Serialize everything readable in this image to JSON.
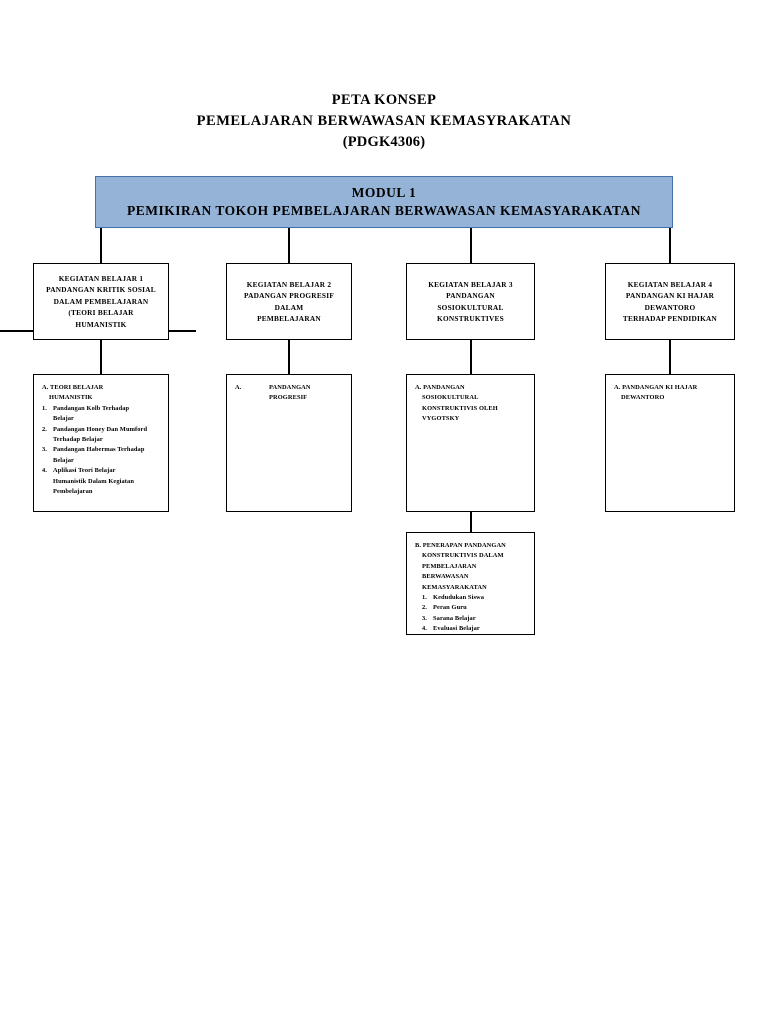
{
  "document": {
    "title_lines": [
      "PETA KONSEP",
      "PEMELAJARAN BERWAWASAN  KEMASYRAKATAN",
      "(PDGK4306)"
    ]
  },
  "module": {
    "number_label": "MODUL 1",
    "subtitle": "PEMIKIRAN TOKOH PEMBELAJARAN BERWAWASAN KEMASYARAKATAN",
    "fill_color": "#95b3d7",
    "border_color": "#4472a8"
  },
  "kegiatan_belajar": [
    {
      "id": "kb-1",
      "lines": [
        "KEGIATAN BELAJAR 1",
        "PANDANGAN KRITIK SOSIAL",
        "DALAM PEMBELAJARAN",
        "(TEORI BELAJAR",
        "HUMANISTIK"
      ]
    },
    {
      "id": "kb-2",
      "lines": [
        "KEGIATAN BELAJAR 2",
        "PADANGAN PROGRESIF",
        "DALAM",
        "PEMBELAJARAN"
      ]
    },
    {
      "id": "kb-3",
      "lines": [
        "KEGIATAN BELAJAR 3",
        "PANDANGAN",
        "SOSIOKULTURAL",
        "KONSTRUKTIVES"
      ]
    },
    {
      "id": "kb-4",
      "lines": [
        "KEGIATAN BELAJAR 4",
        "PANDANGAN KI HAJAR",
        "DEWANTORO",
        "TERHADAP PENDIDIKAN"
      ]
    }
  ],
  "content_boxes": {
    "c1": {
      "heading_lines": [
        "A. TEORI BELAJAR",
        "HUMANISTIK"
      ],
      "items": [
        {
          "num": "1.",
          "lines": [
            "Pandangan Kolb Terhadap",
            "Belajar"
          ]
        },
        {
          "num": "2.",
          "lines": [
            "Pandangan Honey Dan Mumford",
            "Terhadap Belajar"
          ]
        },
        {
          "num": "3.",
          "lines": [
            "Pandangan Habermas  Terhadap",
            "Belajar"
          ]
        },
        {
          "num": "4.",
          "lines": [
            "Aplikasi Teori Belajar",
            "Humanistik Dalam Kegiatan",
            "Pembelajaran"
          ]
        }
      ]
    },
    "c2": {
      "letter": "A.",
      "lines": [
        "PANDANGAN",
        "PROGRESIF"
      ]
    },
    "c3": {
      "heading_lines": [
        "A. PANDANGAN",
        "SOSIOKULTURAL",
        "KONSTRUKTIVIS OLEH",
        "VYGOTSKY"
      ]
    },
    "c4": {
      "heading_lines": [
        "A. PANDANGAN KI HAJAR",
        "DEWANTORO"
      ]
    },
    "b": {
      "heading_lines": [
        "B. PENERAPAN PANDANGAN",
        "KONSTRUKTIVIS DALAM",
        "PEMBELAJARAN",
        "BERWAWASAN",
        "KEMASYARAKATAN"
      ],
      "items": [
        {
          "num": "1.",
          "lines": [
            "Kedudukan Siswa"
          ]
        },
        {
          "num": "2.",
          "lines": [
            "Peran Guru"
          ]
        },
        {
          "num": "3.",
          "lines": [
            "Sarana Belajar"
          ]
        },
        {
          "num": "4.",
          "lines": [
            "Evaluasi Belajar"
          ]
        }
      ]
    }
  }
}
